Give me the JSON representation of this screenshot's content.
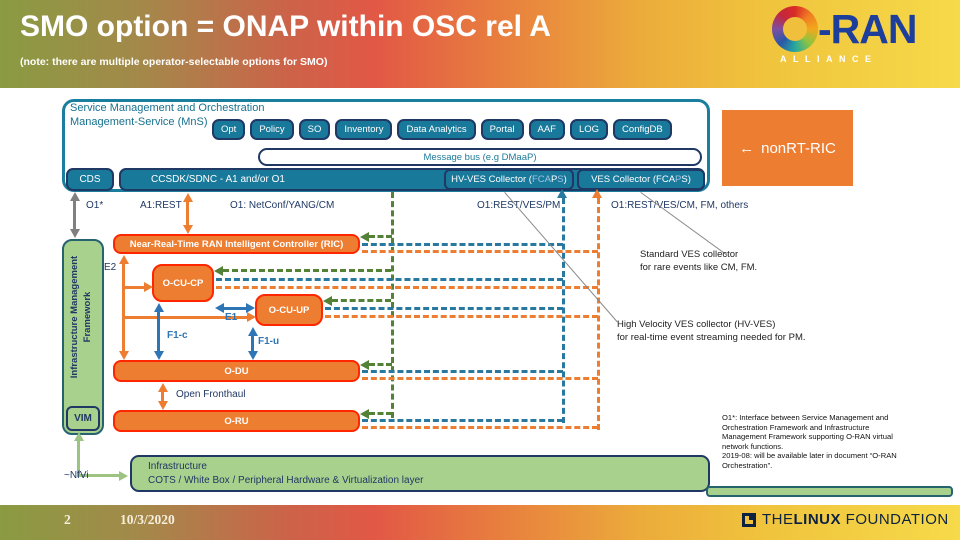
{
  "colors": {
    "teal": "#19799b",
    "navy": "#1f3864",
    "orange": "#ed7d31",
    "red_border": "#ff2600",
    "green_fill": "#a9d18e",
    "dash_green": "#538135",
    "dash_teal": "#2878a0",
    "blue": "#2e75b6",
    "gray": "#808080",
    "logo_blue": "#1d3e9b",
    "dim_fcaps": "#9dc3e6",
    "header_olive": "#8a9b42",
    "header_red": "#e25846",
    "header_yellow": "#f6da49"
  },
  "header": {
    "title": "SMO option = ONAP within OSC rel A",
    "note": "(note: there are multiple operator-selectable options for SMO)",
    "logo": {
      "brand": "-RAN",
      "alliance": "ALLIANCE"
    }
  },
  "smo": {
    "title_line1": "Service Management and Orchestration",
    "title_line2": "Management-Service (MnS)",
    "buttons": [
      "Opt",
      "Policy",
      "SO",
      "Inventory",
      "Data Analytics",
      "Portal",
      "AAF",
      "LOG",
      "ConfigDB"
    ],
    "message_bus": "Message bus (e.g DMaaP)",
    "cds": "CDS",
    "ccsdk": "CCSDK/SDNC - A1 and/or O1",
    "collectors": {
      "hv": {
        "pre": "HV-VES Collector (",
        "fca": "FCA",
        "p": "P",
        "s": "S",
        "post": ")"
      },
      "ves": {
        "pre": "VES Collector (",
        "fca": "FCA",
        "p": "P",
        "s": "S",
        "post": ")"
      }
    }
  },
  "nonrt": {
    "arrow": "←",
    "label": "nonRT-RIC"
  },
  "interfaces": {
    "o1_star": "O1*",
    "a1": "A1:REST",
    "o1_netconf": "O1: NetConf/YANG/CM",
    "o1_rest_pm": "O1:REST/VES/PM",
    "o1_rest_cm": "O1:REST/VES/CM, FM, others",
    "e2": "E2",
    "e1": "E1",
    "f1_c": "F1-c",
    "f1_u": "F1-u",
    "open_fronthaul": "Open Fronthaul",
    "nfvi": "~NfVi"
  },
  "nodes": {
    "ric": "Near-Real-Time RAN Intelligent Controller (RIC)",
    "o_cu_cp": "O-CU-CP",
    "o_cu_up": "O-CU-UP",
    "o_du": "O-DU",
    "o_ru": "O-RU"
  },
  "sidebar": {
    "label_line1": "Infrastructure Management",
    "label_line2": "Framework",
    "vim": "VIM"
  },
  "infrastructure": {
    "line1": "Infrastructure",
    "line2": "COTS / White Box / Peripheral Hardware & Virtualization layer"
  },
  "notes": {
    "standard_ves": "Standard VES collector\nfor rare events like CM, FM.",
    "hv_ves": "High Velocity VES collector (HV-VES)\nfor real-time event streaming needed for PM.",
    "o1_note": "O1*: Interface between Service Management and\nOrchestration Framework and Infrastructure\nManagement Framework supporting O-RAN virtual\nnetwork functions.\n2019-08: will be available later in document “O-RAN\nOrchestration”."
  },
  "footer": {
    "page": "2",
    "date": "10/3/2020",
    "linux_foundation": {
      "the": "THE",
      "linux": "LINUX",
      "foundation": "FOUNDATION"
    }
  }
}
